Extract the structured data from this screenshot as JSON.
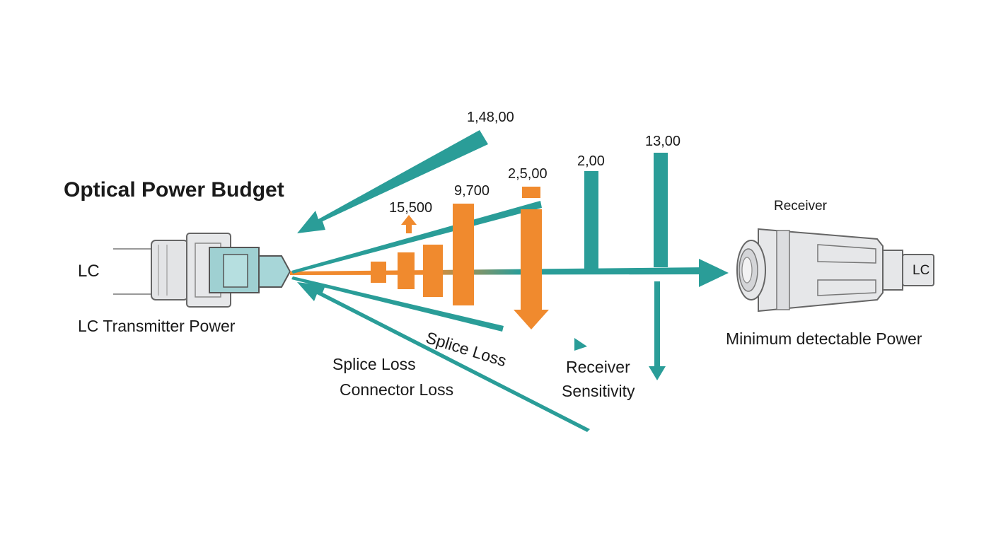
{
  "title": "Optical Power Budget",
  "transmitter": {
    "connector_label": "LC",
    "caption": "LC Transmitter Power"
  },
  "receiver": {
    "label": "Receiver",
    "connector_label": "LC",
    "caption": "Minimum detectable Power"
  },
  "annotations": {
    "splice_loss_rotated": "Splice Loss",
    "splice_loss": "Splice Loss",
    "connector_loss": "Connector Loss",
    "receiver_sensitivity_line1": "Receiver",
    "receiver_sensitivity_line2": "Sensitivity"
  },
  "values": {
    "v1": "1,48,00",
    "v2": "15,500",
    "v3": "9,700",
    "v4": "2,5,00",
    "v5": "2,00",
    "v6": "13,00"
  },
  "colors": {
    "teal": "#2a9d98",
    "orange": "#f08a2e",
    "connector_gray": "#e6e7e9",
    "connector_teal": "#a7d6d8",
    "outline": "#666666"
  }
}
